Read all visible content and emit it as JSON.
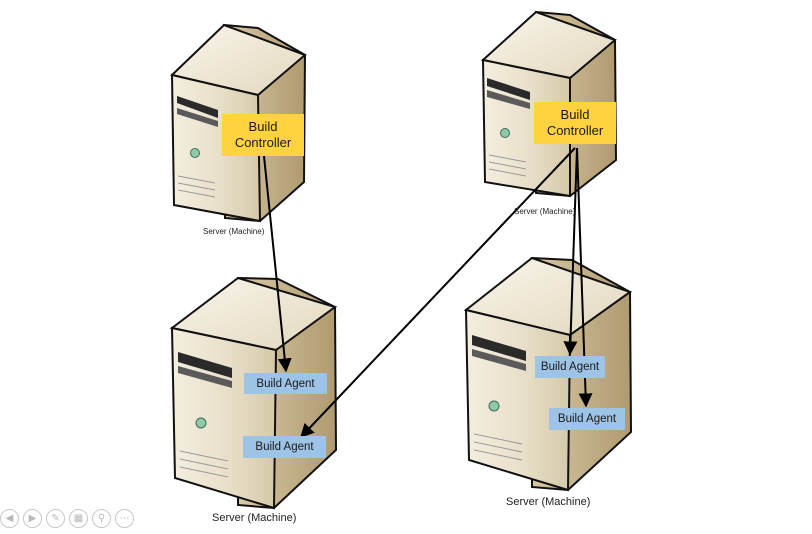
{
  "servers": [
    {
      "id": "server-top-left",
      "caption": "Server (Machine)"
    },
    {
      "id": "server-top-right",
      "caption": "Server (Machine)"
    },
    {
      "id": "server-bottom-left",
      "caption": "Server (Machine)"
    },
    {
      "id": "server-bottom-right",
      "caption": "Server (Machine)"
    }
  ],
  "controllers": [
    {
      "label": "Build\nController"
    },
    {
      "label": "Build\nController"
    }
  ],
  "agents": [
    {
      "label": "Build Agent"
    },
    {
      "label": "Build Agent"
    },
    {
      "label": "Build Agent"
    },
    {
      "label": "Build Agent"
    }
  ],
  "connections": [
    {
      "from": "controller-1",
      "to": "agent-1"
    },
    {
      "from": "controller-2",
      "to": "agent-2"
    },
    {
      "from": "controller-2",
      "to": "agent-3"
    },
    {
      "from": "controller-2",
      "to": "agent-4"
    }
  ],
  "slide_nav": {
    "icons": [
      "prev-icon",
      "next-icon",
      "pen-icon",
      "slides-icon",
      "zoom-icon",
      "more-icon"
    ]
  },
  "colors": {
    "controller_fill": "#ffd23f",
    "agent_fill": "#9dc3e6",
    "server_front": "#e6dcc6",
    "server_side": "#c2b08c",
    "arrow": "#000000"
  }
}
